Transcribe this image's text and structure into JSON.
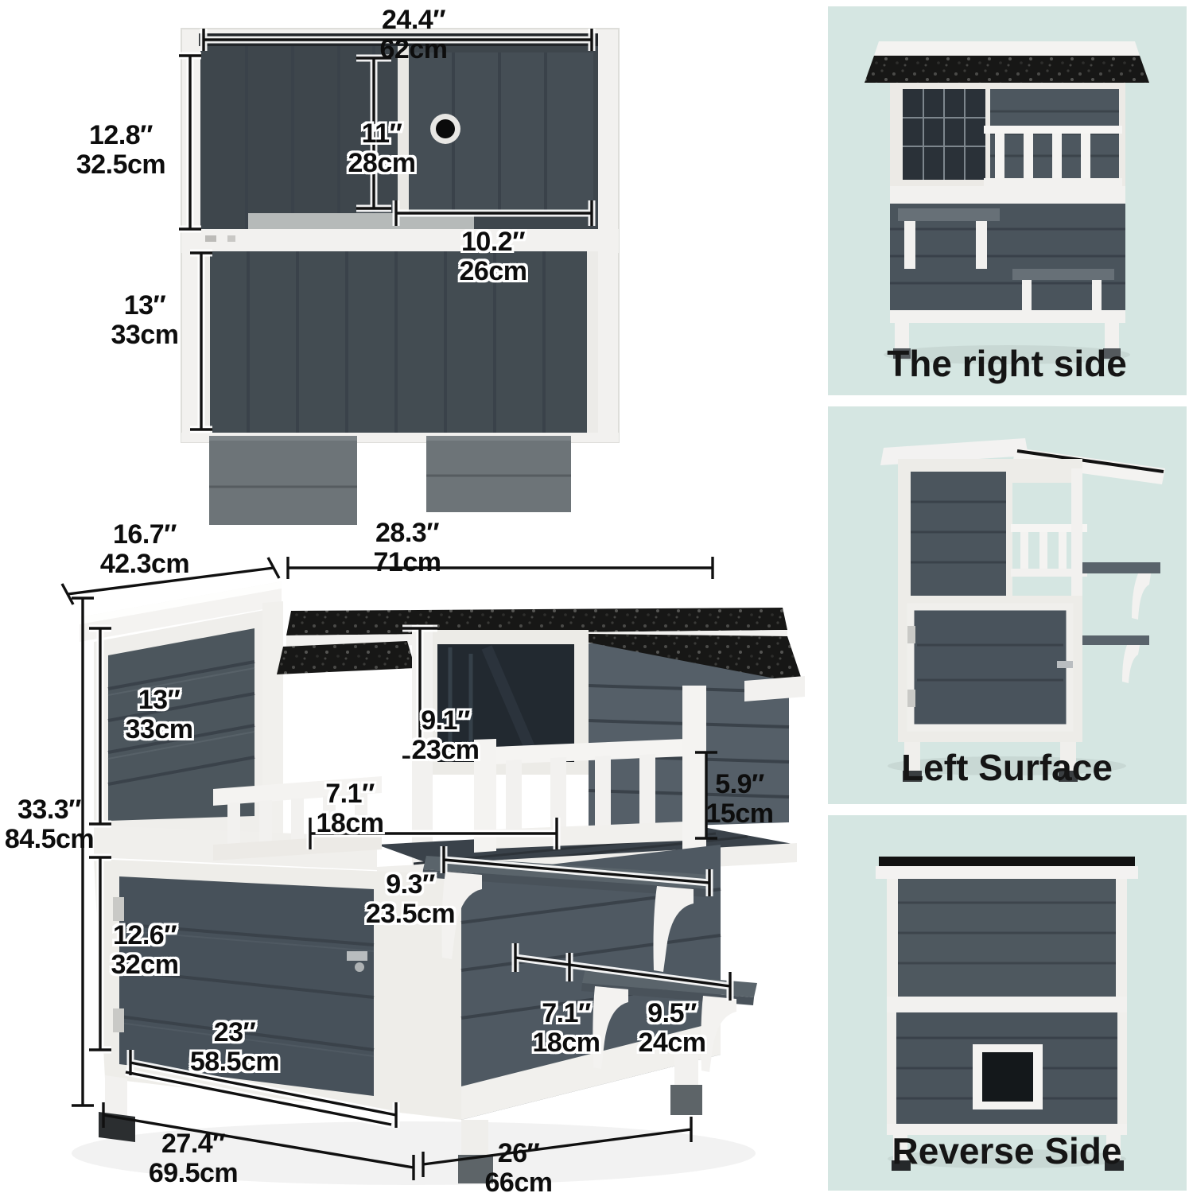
{
  "colors": {
    "mint_panel": "#d5e6e2",
    "wood_dark": "#454e55",
    "wood_mid": "#515b64",
    "roof_black": "#161616",
    "frame_white": "#f2f1ef",
    "text": "#0d0d0d"
  },
  "dimensions": {
    "top_view": {
      "width": {
        "in": "24.4″",
        "cm": "62cm"
      },
      "upper_height": {
        "in": "12.8″",
        "cm": "32.5cm"
      },
      "inner_height": {
        "in": "11″",
        "cm": "28cm"
      },
      "opening_width": {
        "in": "10.2″",
        "cm": "26cm"
      },
      "lower_height": {
        "in": "13″",
        "cm": "33cm"
      }
    },
    "main_view": {
      "depth": {
        "in": "16.7″",
        "cm": "42.3cm"
      },
      "width": {
        "in": "28.3″",
        "cm": "71cm"
      },
      "upper_level_height": {
        "in": "13″",
        "cm": "33cm"
      },
      "door_height": {
        "in": "9.1″",
        "cm": "23cm"
      },
      "door_width": {
        "in": "7.1″",
        "cm": "18cm"
      },
      "railing_height": {
        "in": "5.9″",
        "cm": "15cm"
      },
      "total_height": {
        "in": "33.3″",
        "cm": "84.5cm"
      },
      "mid_shelf_width": {
        "in": "9.3″",
        "cm": "23.5cm"
      },
      "lower_door_height": {
        "in": "12.6″",
        "cm": "32cm"
      },
      "lower_door_width": {
        "in": "23″",
        "cm": "58.5cm"
      },
      "shelf_offset": {
        "in": "7.1″",
        "cm": "18cm"
      },
      "side_shelf_width": {
        "in": "9.5″",
        "cm": "24cm"
      },
      "base_depth": {
        "in": "27.4″",
        "cm": "69.5cm"
      },
      "base_width": {
        "in": "26″",
        "cm": "66cm"
      }
    }
  },
  "side_panels": [
    {
      "caption": "The right side"
    },
    {
      "caption": "Left Surface"
    },
    {
      "caption": "Reverse Side"
    }
  ]
}
